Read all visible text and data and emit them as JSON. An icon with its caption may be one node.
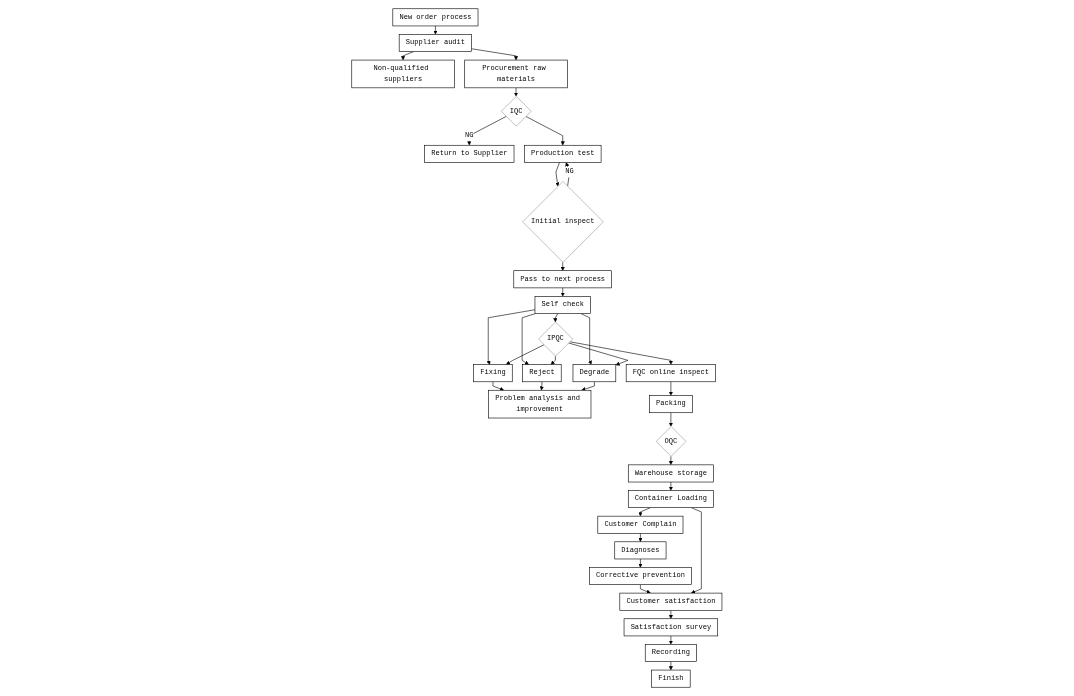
{
  "diagram": {
    "nodes": [
      {
        "text": [
          "New order process"
        ]
      },
      {
        "text": [
          "Supplier audit"
        ]
      },
      {
        "text": [
          "Non-qualified suppliers"
        ]
      },
      {
        "text": [
          "Procurement raw materials"
        ]
      },
      {
        "text": [
          "IQC"
        ]
      },
      {
        "text": [
          "Return to Supplier"
        ]
      },
      {
        "text": [
          "Production test"
        ]
      },
      {
        "text": [
          "Initial inspect"
        ]
      },
      {
        "text": [
          "Pass to next process"
        ]
      },
      {
        "text": [
          "Self check"
        ]
      },
      {
        "text": [
          "IPQC"
        ]
      },
      {
        "text": [
          "Fixing"
        ]
      },
      {
        "text": [
          "Reject"
        ]
      },
      {
        "text": [
          "Degrade"
        ]
      },
      {
        "text": [
          "Problem analysis and improvement"
        ]
      },
      {
        "text": [
          "FQC online inspect"
        ]
      },
      {
        "text": [
          "Packing"
        ]
      },
      {
        "text": [
          "OQC"
        ]
      },
      {
        "text": [
          "Warehouse storage"
        ]
      },
      {
        "text": [
          "Container Loading"
        ]
      },
      {
        "text": [
          "Customer Complain"
        ]
      },
      {
        "text": [
          "Diagnoses"
        ]
      },
      {
        "text": [
          "Corrective prevention"
        ]
      },
      {
        "text": [
          "Customer satisfaction"
        ]
      },
      {
        "text": [
          "Satisfaction survey"
        ]
      },
      {
        "text": [
          "Recording"
        ]
      },
      {
        "text": [
          "Finish"
        ]
      }
    ],
    "edges": [
      {
        "from": 0,
        "to": 1,
        "arrow": "to"
      },
      {
        "from": 1,
        "to": 2,
        "arrow": "to"
      },
      {
        "from": 1,
        "to": 3,
        "arrow": "to"
      },
      {
        "from": 3,
        "to": 4,
        "arrow": "to"
      },
      {
        "from": 4,
        "to": 5,
        "arrow": "to",
        "label": "NG"
      },
      {
        "from": 4,
        "to": 6,
        "arrow": "to"
      },
      {
        "from": 6,
        "to": 7,
        "arrow": "to"
      },
      {
        "from": 7,
        "to": 6,
        "arrow": "to",
        "label": "NG"
      },
      {
        "from": 7,
        "to": 8,
        "arrow": "to"
      },
      {
        "from": 8,
        "to": 9,
        "arrow": "to"
      },
      {
        "from": 9,
        "to": 10,
        "arrow": "to"
      },
      {
        "from": 9,
        "to": 11,
        "arrow": "to"
      },
      {
        "from": 9,
        "to": 12,
        "arrow": "to"
      },
      {
        "from": 9,
        "to": 13,
        "arrow": "to"
      },
      {
        "from": 10,
        "to": 11,
        "arrow": "to"
      },
      {
        "from": 10,
        "to": 12,
        "arrow": "to"
      },
      {
        "from": 10,
        "to": 13,
        "arrow": "to"
      },
      {
        "from": 11,
        "to": 14,
        "arrow": "to"
      },
      {
        "from": 12,
        "to": 14,
        "arrow": "to"
      },
      {
        "from": 13,
        "to": 14,
        "arrow": "to"
      },
      {
        "from": 10,
        "to": 15,
        "arrow": "to"
      },
      {
        "from": 15,
        "to": 16,
        "arrow": "to"
      },
      {
        "from": 16,
        "to": 17,
        "arrow": "to"
      },
      {
        "from": 17,
        "to": 18,
        "arrow": "to"
      },
      {
        "from": 18,
        "to": 19,
        "arrow": "to"
      },
      {
        "from": 19,
        "to": 20,
        "arrow": "to"
      },
      {
        "from": 20,
        "to": 21,
        "arrow": "to"
      },
      {
        "from": 21,
        "to": 22,
        "arrow": "to"
      },
      {
        "from": 22,
        "to": 23,
        "arrow": "to"
      },
      {
        "from": 19,
        "to": 23,
        "arrow": "to"
      },
      {
        "from": 23,
        "to": 24,
        "arrow": "to"
      },
      {
        "from": 24,
        "to": 25,
        "arrow": "to"
      },
      {
        "from": 25,
        "to": 26,
        "arrow": "to"
      }
    ]
  }
}
